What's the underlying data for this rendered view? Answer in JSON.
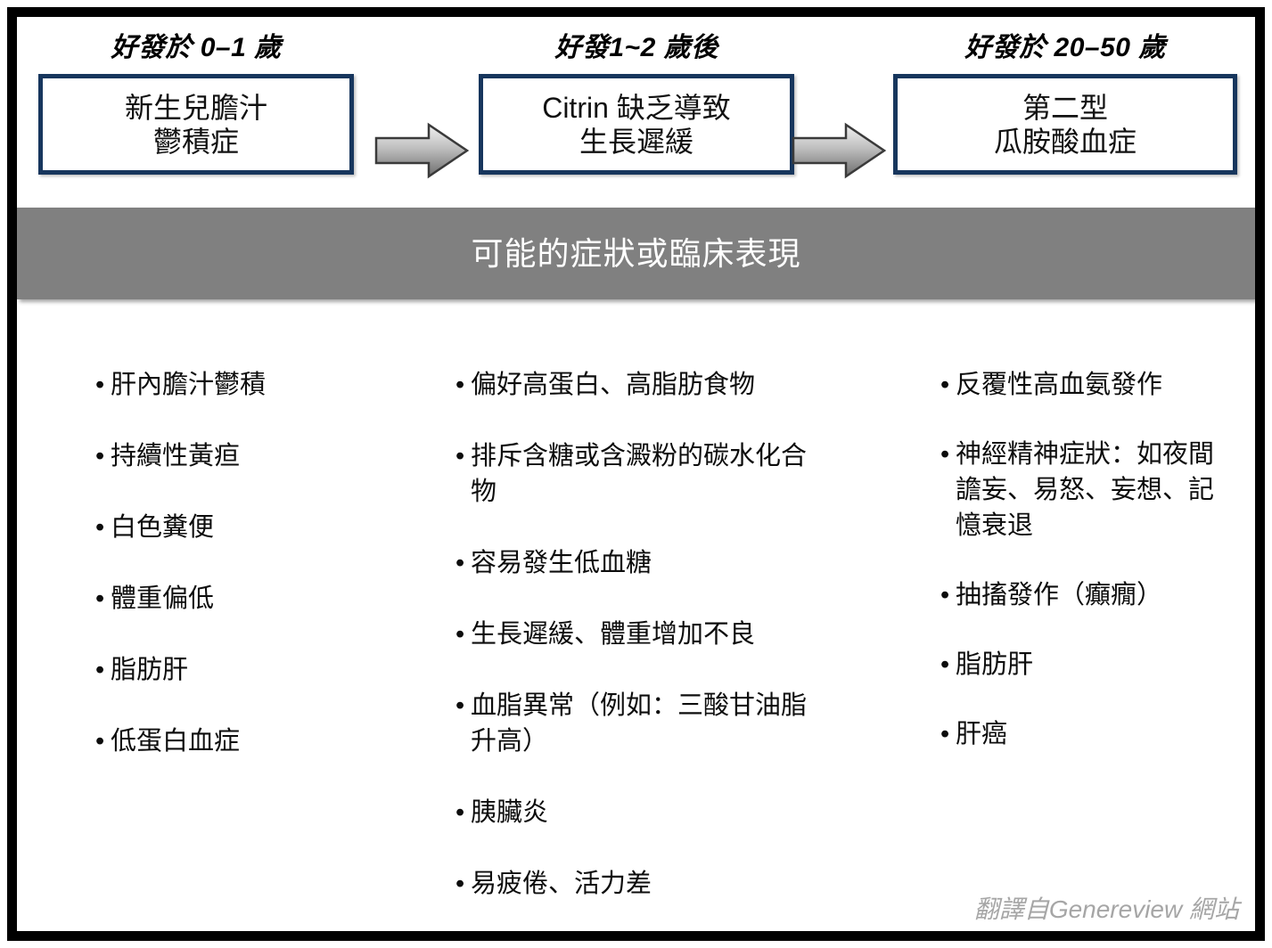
{
  "flow": {
    "stages": [
      {
        "caption": "好發於 0–1 歲",
        "box_lines": [
          "新生兒膽汁",
          "鬱積症"
        ]
      },
      {
        "caption": "好發1~2 歲後",
        "box_lines": [
          "Citrin 缺乏導致",
          "生長遲緩"
        ]
      },
      {
        "caption": "好發於 20–50 歲",
        "box_lines": [
          "第二型",
          "瓜胺酸血症"
        ]
      }
    ],
    "arrow_icon": "right-arrow-icon"
  },
  "banner": {
    "title": "可能的症狀或臨床表現",
    "bg_color": "#808080",
    "text_color": "#ffffff"
  },
  "symptoms": {
    "columns": [
      {
        "bullet": "•",
        "items": [
          "肝內膽汁鬱積",
          "持續性黃疸",
          "白色糞便",
          "體重偏低",
          "脂肪肝",
          "低蛋白血症"
        ]
      },
      {
        "bullet": "•",
        "items": [
          "偏好高蛋白、高脂肪食物",
          "排斥含糖或含澱粉的碳水化合物",
          "容易發生低血糖",
          "生長遲緩、體重增加不良",
          "血脂異常（例如：三酸甘油脂升高）",
          "胰臟炎",
          "易疲倦、活力差"
        ]
      },
      {
        "bullet": "•",
        "items": [
          "反覆性高血氨發作",
          "神經精神症狀：如夜間譫妄、易怒、妄想、記憶衰退",
          "抽搐發作（癲癇）",
          "脂肪肝",
          "肝癌"
        ]
      }
    ]
  },
  "watermark": {
    "text": "翻譯自Genereview 網站"
  },
  "colors": {
    "box_border": "#17365D",
    "frame": "#000000",
    "banner": "#808080",
    "watermark": "#a6a6a6"
  }
}
